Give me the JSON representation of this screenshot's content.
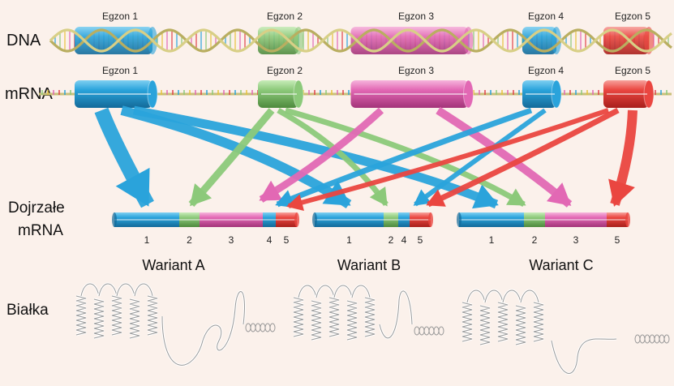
{
  "labels": {
    "dna": "DNA",
    "mrna": "mRNA",
    "mature_line1": "Dojrzałe",
    "mature_line2": "mRNA",
    "protein": "Białka"
  },
  "exons": [
    {
      "id": 1,
      "label": "Egzon 1",
      "color": "#2aa3db"
    },
    {
      "id": 2,
      "label": "Egzon 2",
      "color": "#8cc97a"
    },
    {
      "id": 3,
      "label": "Egzon 3",
      "color": "#e268b4"
    },
    {
      "id": 4,
      "label": "Egzon 4",
      "color": "#2aa3db"
    },
    {
      "id": 5,
      "label": "Egzon 5",
      "color": "#ea4640"
    }
  ],
  "variants": [
    {
      "name": "Wariant A",
      "exons": [
        "1",
        "2",
        "3",
        "4",
        "5"
      ]
    },
    {
      "name": "Wariant B",
      "exons": [
        "1",
        "2",
        "4",
        "5"
      ]
    },
    {
      "name": "Wariant C",
      "exons": [
        "1",
        "2",
        "3",
        "5"
      ]
    }
  ],
  "colors": {
    "background": "#fbf1eb",
    "blue": "#2aa3db",
    "green": "#8cc97a",
    "pink": "#e268b4",
    "red": "#ea4640",
    "backbone": "#c9c07a"
  }
}
